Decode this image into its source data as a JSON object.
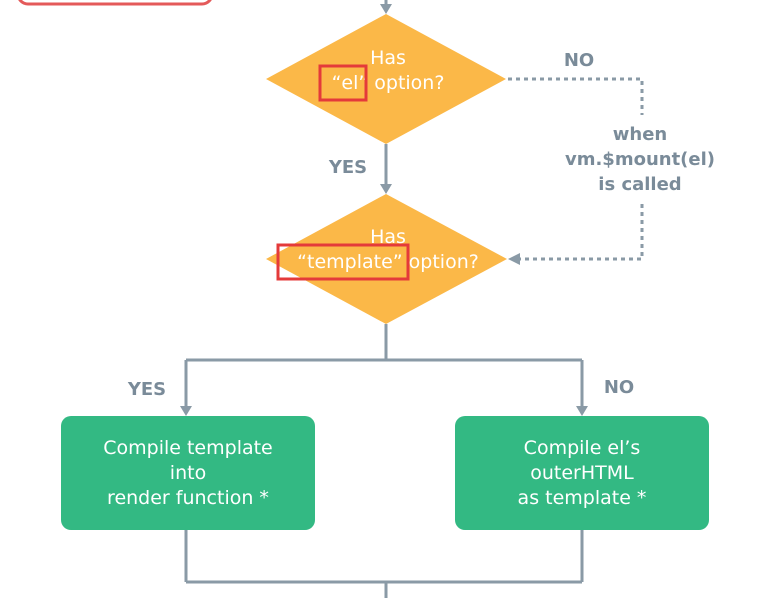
{
  "colors": {
    "diamond_fill": "#fbb848",
    "box_fill": "#33b983",
    "connector": "#8a9aa6",
    "highlight": "#e43a3a",
    "label": "#7a8b99"
  },
  "decision_el": {
    "line1": "Has",
    "quote_el": "“el”",
    "rest": " option?"
  },
  "decision_template": {
    "line1": "Has",
    "quote_template": "“template”",
    "rest": " option?"
  },
  "labels": {
    "no_top": "NO",
    "yes_middle": "YES",
    "yes_left": "YES",
    "no_right": "NO",
    "when_line1": "when",
    "when_line2": "vm.$mount(el)",
    "when_line3": "is called"
  },
  "box_left": {
    "line1": "Compile template",
    "line2": "into",
    "line3": "render function *"
  },
  "box_right": {
    "line1": "Compile el’s",
    "line2": "outerHTML",
    "line3": "as template *"
  }
}
